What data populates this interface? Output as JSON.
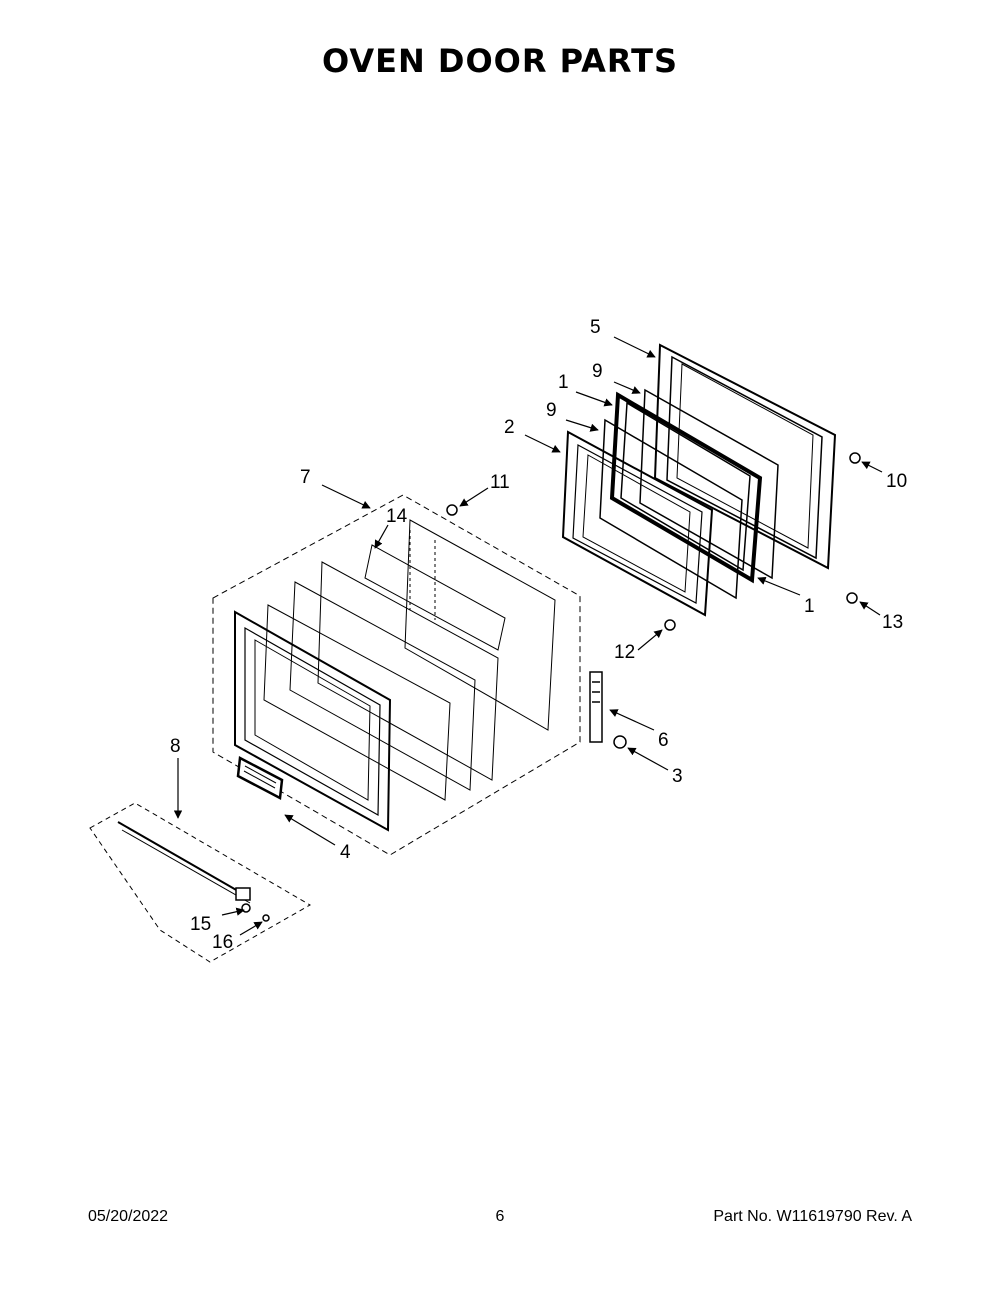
{
  "page": {
    "title": "OVEN DOOR PARTS"
  },
  "callouts": [
    {
      "id": "c5a",
      "label": "5"
    },
    {
      "id": "c9a",
      "label": "9"
    },
    {
      "id": "c1a",
      "label": "1"
    },
    {
      "id": "c9b",
      "label": "9"
    },
    {
      "id": "c2",
      "label": "2"
    },
    {
      "id": "c10",
      "label": "10"
    },
    {
      "id": "c7",
      "label": "7"
    },
    {
      "id": "c11",
      "label": "11"
    },
    {
      "id": "c14",
      "label": "14"
    },
    {
      "id": "c1b",
      "label": "1"
    },
    {
      "id": "c13",
      "label": "13"
    },
    {
      "id": "c12",
      "label": "12"
    },
    {
      "id": "c6",
      "label": "6"
    },
    {
      "id": "c3",
      "label": "3"
    },
    {
      "id": "c8",
      "label": "8"
    },
    {
      "id": "c4",
      "label": "4"
    },
    {
      "id": "c15",
      "label": "15"
    },
    {
      "id": "c16",
      "label": "16"
    }
  ],
  "footer": {
    "date": "05/20/2022",
    "page_number": "6",
    "part_number": "Part No.  W11619790  Rev.  A"
  }
}
